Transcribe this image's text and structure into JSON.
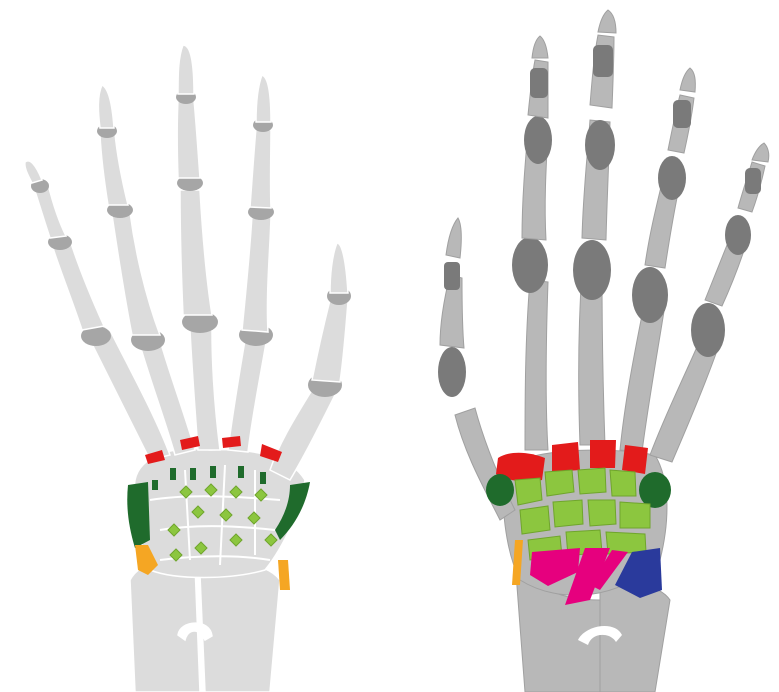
{
  "figure": {
    "panels": [
      {
        "view": "dorsal",
        "style": "light bone with ligament marks"
      },
      {
        "view": "palmar",
        "style": "x-ray with colored ligaments"
      }
    ],
    "colors": {
      "background": "#ffffff",
      "bone_light": "#dcdcdc",
      "bone_joint": "#a6a6a6",
      "bone_outline": "#ffffff",
      "xray_light": "#b8b8b8",
      "xray_dark": "#8a8a8a",
      "xray_joint": "#6e6e6e",
      "ligament_red": "#e31b1b",
      "ligament_dark_green": "#1f6b2c",
      "ligament_light_green": "#8cc63f",
      "ligament_yellow": "#f5a623",
      "ligament_magenta": "#e6007e",
      "ligament_blue": "#2a3a9c"
    }
  }
}
